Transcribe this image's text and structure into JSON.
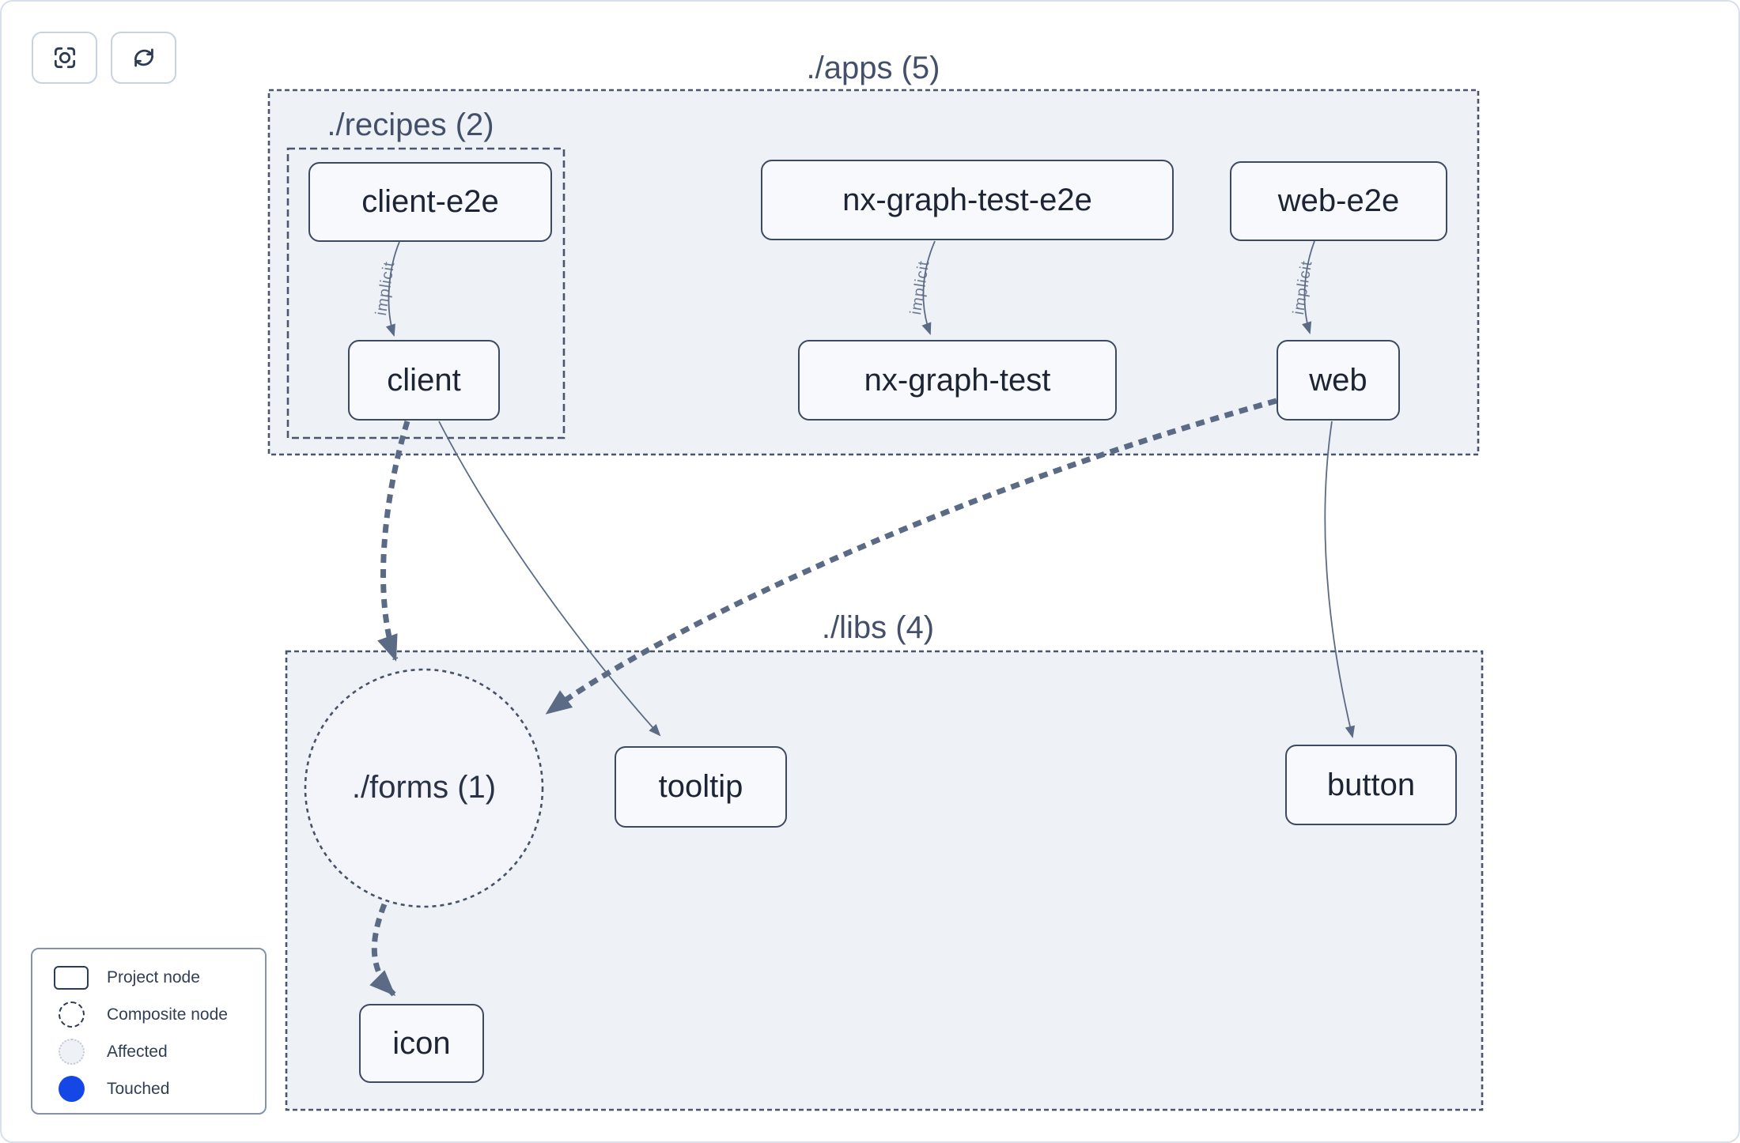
{
  "toolbar": {
    "buttons": [
      {
        "name": "focus",
        "icon": "focus-frame-icon"
      },
      {
        "name": "refresh",
        "icon": "refresh-icon"
      }
    ]
  },
  "groups": {
    "apps": {
      "label": "./apps (5)"
    },
    "recipes": {
      "label": "./recipes (2)"
    },
    "libs": {
      "label": "./libs (4)"
    },
    "forms": {
      "label": "./forms (1)"
    }
  },
  "nodes": {
    "client_e2e": {
      "label": "client-e2e"
    },
    "nx_graph_test_e2e": {
      "label": "nx-graph-test-e2e"
    },
    "web_e2e": {
      "label": "web-e2e"
    },
    "client": {
      "label": "client"
    },
    "nx_graph_test": {
      "label": "nx-graph-test"
    },
    "web": {
      "label": "web"
    },
    "tooltip": {
      "label": "tooltip"
    },
    "button": {
      "label": "button"
    },
    "icon": {
      "label": "icon"
    }
  },
  "edges": {
    "implicit_label": "implicit"
  },
  "legend": {
    "items": [
      {
        "label": "Project node"
      },
      {
        "label": "Composite node"
      },
      {
        "label": "Affected"
      },
      {
        "label": "Touched"
      }
    ]
  },
  "colors": {
    "touched_blue": "#1447e6",
    "group_fill": "#eef1f6",
    "composite_fill": "#f3f5fa",
    "node_fill": "#f7f9fc",
    "node_border": "#3c4960",
    "edge_slate": "#5c6b85",
    "card_border": "#d9dfeb"
  }
}
